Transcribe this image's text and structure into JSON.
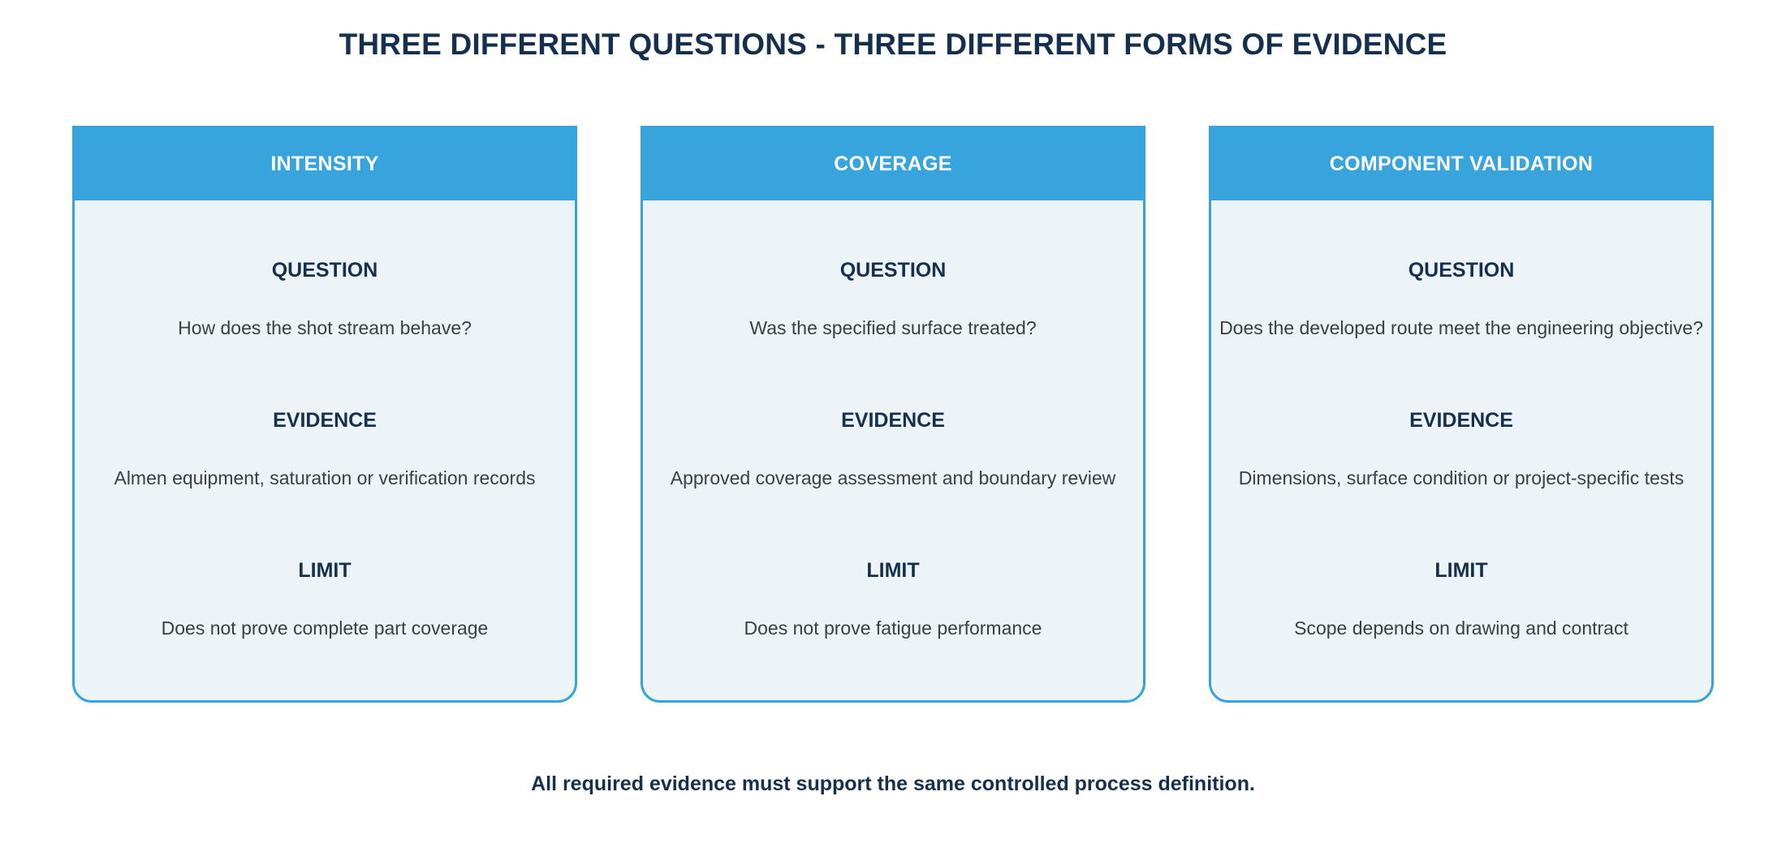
{
  "title": "THREE DIFFERENT QUESTIONS - THREE DIFFERENT FORMS OF EVIDENCE",
  "cards": [
    {
      "header": "INTENSITY",
      "question_label": "QUESTION",
      "question": "How does the shot stream behave?",
      "evidence_label": "EVIDENCE",
      "evidence": "Almen equipment, saturation or verification records",
      "limit_label": "LIMIT",
      "limit": "Does not prove complete part coverage"
    },
    {
      "header": "COVERAGE",
      "question_label": "QUESTION",
      "question": "Was the specified surface treated?",
      "evidence_label": "EVIDENCE",
      "evidence": "Approved coverage assessment and boundary review",
      "limit_label": "LIMIT",
      "limit": "Does not prove fatigue performance"
    },
    {
      "header": "COMPONENT VALIDATION",
      "question_label": "QUESTION",
      "question": "Does the developed route meet the engineering objective?",
      "evidence_label": "EVIDENCE",
      "evidence": "Dimensions, surface condition or project-specific tests",
      "limit_label": "LIMIT",
      "limit": "Scope depends on drawing and contract"
    }
  ],
  "footer": "All required evidence must support the same controlled process definition.",
  "colors": {
    "header_blue": "#38a4dd",
    "card_border": "#36a3dc",
    "card_fill": "#edf4f8",
    "dark_text": "#15304f",
    "body_text": "#3b3f44"
  }
}
